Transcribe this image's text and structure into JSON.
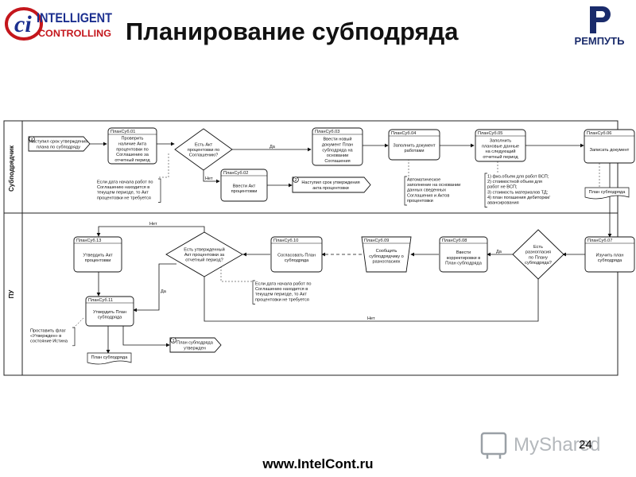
{
  "title": "Планирование субподряда",
  "footer_url": "www.IntelCont.ru",
  "page_number": "24",
  "logo_left": {
    "line1": "INTELLIGENT",
    "line2": "CONTROLLING",
    "monogram": "ci"
  },
  "logo_right": {
    "text": "РЕМПУТЬ"
  },
  "watermark": {
    "text": "MyShared"
  },
  "lanes": {
    "subcontractor": "Субподрядчик",
    "pu": "ПУ"
  },
  "tasks": {
    "t01": {
      "id": "ПланСуб.01",
      "lines": [
        "Проверить",
        "наличие Акта",
        "процентовки по",
        "Соглашению за",
        "отчетный период"
      ]
    },
    "t02": {
      "id": "ПланСуб.02",
      "lines": [
        "Ввести Акт",
        "процентовки"
      ]
    },
    "t03": {
      "id": "ПланСуб.03",
      "lines": [
        "Ввести новый",
        "документ План",
        "субподряда на",
        "основании",
        "Соглашения"
      ]
    },
    "t04": {
      "id": "ПланСуб.04",
      "lines": [
        "Заполнить документ",
        "работами"
      ]
    },
    "t05": {
      "id": "ПланСуб.05",
      "lines": [
        "Заполнить",
        "плановые данные",
        "на следующий",
        "отчетный период"
      ]
    },
    "t06": {
      "id": "ПланСуб.06",
      "lines": [
        "Записать документ"
      ]
    },
    "t07": {
      "id": "ПланСуб.07",
      "lines": [
        "Изучить план",
        "субподряда"
      ]
    },
    "t08": {
      "id": "ПланСуб.08",
      "lines": [
        "Ввести",
        "корректировки в",
        "План субподряда"
      ]
    },
    "t09": {
      "id": "ПланСуб.09",
      "lines": [
        "Сообщить",
        "субподрядчику о",
        "разногласиях"
      ]
    },
    "t10": {
      "id": "ПланСуб.10",
      "lines": [
        "Согласовать План",
        "субподряда"
      ]
    },
    "t11": {
      "id": "ПланСуб.11",
      "lines": [
        "Утвердить План",
        "субподряда"
      ]
    },
    "t13": {
      "id": "ПланСуб.13",
      "lines": [
        "Утвердить Акт",
        "процентовки"
      ]
    }
  },
  "decisions": {
    "d1": {
      "lines": [
        "Есть Акт",
        "процентовки по",
        "Соглашению?"
      ]
    },
    "d2": {
      "lines": [
        "Есть",
        "разногласия",
        "по Плану",
        "субподряда?"
      ]
    },
    "d3": {
      "lines": [
        "Есть утвержденный",
        "Акт процентовки за",
        "отчетный период?"
      ]
    }
  },
  "events": {
    "e_start": {
      "num": "2",
      "lines": [
        "Наступил срок утверждения",
        "плана по субподряду"
      ]
    },
    "e_act": {
      "num": "2",
      "lines": [
        "Наступил срок утверждения",
        "акта процентовки"
      ]
    },
    "e_end": {
      "num": "1",
      "lines": [
        "План субподряда",
        "утвержден"
      ]
    }
  },
  "notes": {
    "n1": {
      "lines": [
        "Если дата начала работ по",
        "Соглашению находится в",
        "текущем периоде, то Акт",
        "процентовки не требуется"
      ]
    },
    "n2": {
      "lines": [
        "Автоматическое",
        "заполнение на основании",
        "данных сведенных",
        "Соглашения и Актов",
        "процентовки"
      ]
    },
    "n3": {
      "lines": [
        "1) физ.объем для работ ВСП;",
        "2) стоимостной объем для",
        "работ не ВСП;",
        "3) стоимость материалов ТД;",
        "4) план погашения дебиторки/",
        "авансирования"
      ]
    },
    "n4": {
      "lines": [
        "Если дата начала работ по",
        "Соглашению находится в",
        "текущем периоде, то Акт",
        "процентовки не требуется"
      ]
    },
    "n5": {
      "lines": [
        "Проставить флаг",
        "«Утвержден» в",
        "состояние Истина"
      ]
    }
  },
  "documents": {
    "doc1": {
      "text": "План субподряда"
    },
    "doc2": {
      "text": "План субподряда"
    }
  },
  "edge_labels": {
    "yes": "Да",
    "no": "Нет"
  }
}
